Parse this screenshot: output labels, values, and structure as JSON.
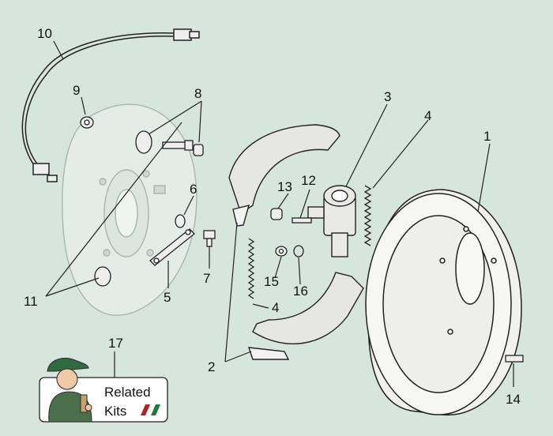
{
  "diagram": {
    "callouts": [
      "10",
      "9",
      "8",
      "3",
      "4",
      "1",
      "13",
      "12",
      "6",
      "15",
      "16",
      "7",
      "5",
      "11",
      "2",
      "14",
      "17"
    ],
    "duplicate_callout_4": "4"
  },
  "related_kits": {
    "line1": "Related",
    "line2": "Kits"
  },
  "colors": {
    "background": "#d6e6dd",
    "line": "#222222",
    "faded_part": "#9aa8a0",
    "flag_red": "#b22222",
    "flag_green": "#1e7a3a"
  }
}
